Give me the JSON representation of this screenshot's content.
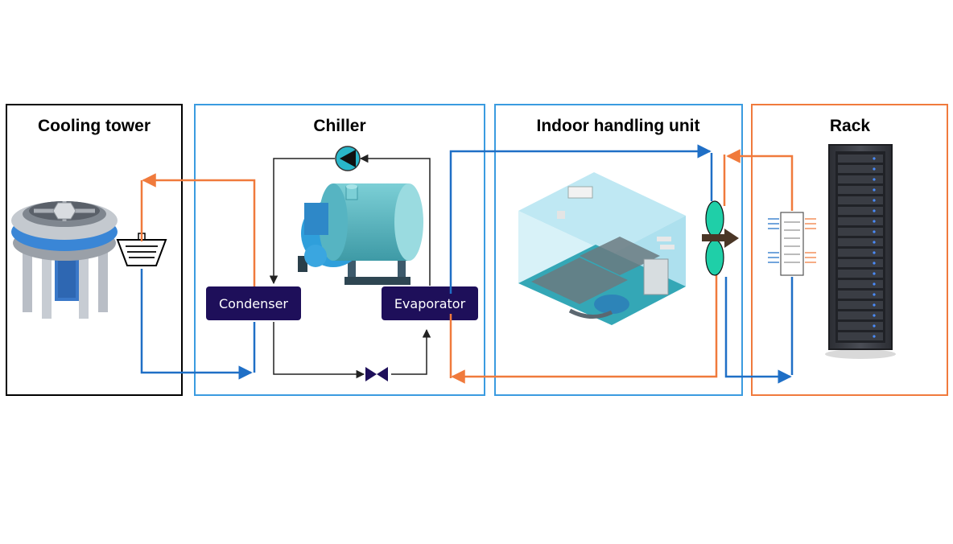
{
  "colors": {
    "cold": "#1f6fc6",
    "hot": "#f07a3c",
    "cooling_border": "#000000",
    "chiller_border": "#3a9be0",
    "ihu_border": "#3a9be0",
    "rack_border": "#f07a3c",
    "component_fill": "#1e0f5a",
    "fan": "#1fcfa8"
  },
  "sections": {
    "cooling_tower": {
      "title": "Cooling tower"
    },
    "chiller": {
      "title": "Chiller"
    },
    "indoor_unit": {
      "title": "Indoor handling unit"
    },
    "rack": {
      "title": "Rack"
    }
  },
  "components": {
    "condenser": "Condenser",
    "evaporator": "Evaporator"
  },
  "icons": [
    "cooling-tower-icon",
    "heat-exchanger-icon",
    "pump-icon",
    "boiler-tank-icon",
    "expansion-valve-icon",
    "room-illustration-icon",
    "fan-icon",
    "server-rack-icon",
    "rack-heat-exchanger-icon"
  ]
}
